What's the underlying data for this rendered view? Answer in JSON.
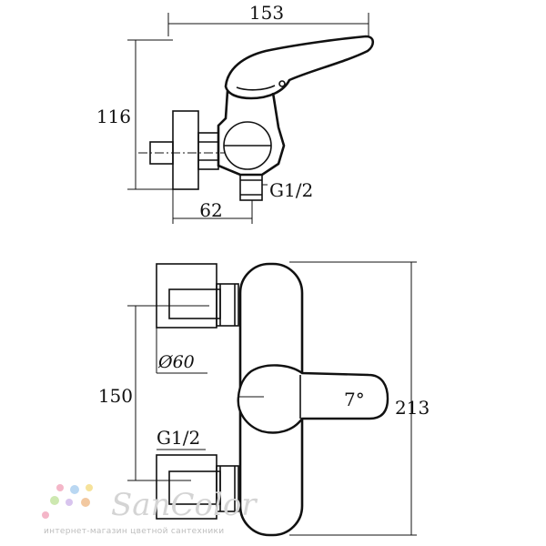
{
  "top_view": {
    "dim_width": "153",
    "dim_height": "116",
    "dim_offset": "62",
    "thread": "G1/2"
  },
  "front_view": {
    "dim_diameter": "Ø60",
    "dim_spacing": "150",
    "dim_height": "213",
    "thread": "G1/2",
    "angle_mark": "7°"
  },
  "watermark": {
    "brand": "SanColor",
    "subtitle": "интернет-магазин цветной сантехники",
    "dot_colors": [
      "#f4b6c8",
      "#b9d7f2",
      "#f6e29a",
      "#cde8b0",
      "#d8c4ee",
      "#f2c8a0"
    ]
  }
}
